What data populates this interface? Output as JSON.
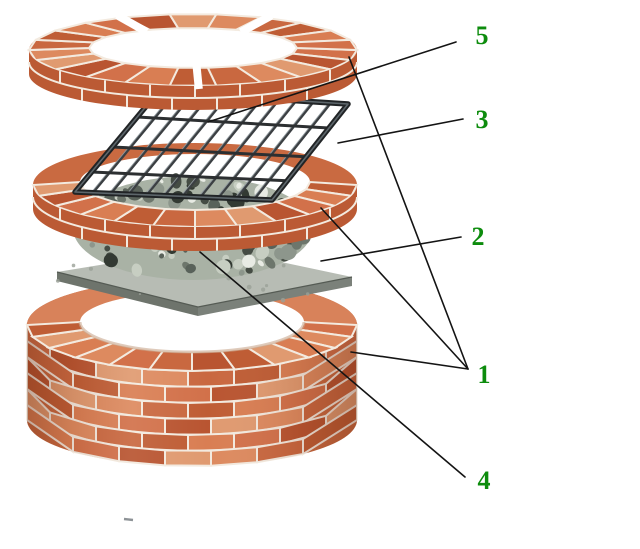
{
  "diagram": {
    "type": "exploded-construction-diagram",
    "subject": "brick-barbecue",
    "background": "#ffffff",
    "label_color": "#0d8c0d",
    "leader_line_color": "#141414"
  },
  "callouts": [
    {
      "text": "5"
    },
    {
      "text": "3"
    },
    {
      "text": "2"
    },
    {
      "text": "1"
    },
    {
      "text": "4"
    }
  ],
  "illustration_parts": [
    "top-brick-ring",
    "grill-grate",
    "middle-brick-ring",
    "rubble-fill",
    "concrete-slab",
    "brick-base"
  ],
  "palette": {
    "brick": "#c96a41",
    "brick_light": "#d8825a",
    "brick_dark": "#bb5a34",
    "mortar": "#f3eadf",
    "slab_top": "#b7bcb4",
    "slab_edge": "#6e746c",
    "rubble": "#a9b2a5",
    "grate_metal": "#212426"
  }
}
